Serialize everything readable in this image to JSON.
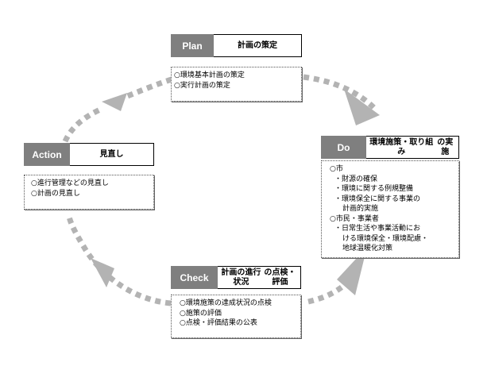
{
  "plan": {
    "tag": "Plan",
    "title": "計画の策定",
    "items": [
      "○環境基本計画の策定",
      "○実行計画の策定"
    ]
  },
  "do": {
    "tag": "Do",
    "title_lines": [
      "環境施策・取り組み",
      "の実施"
    ],
    "items": [
      "○市",
      "・財源の確保",
      "・環境に関する例規整備",
      "・環境保全に関する事業の",
      "計画的実施",
      "○市民・事業者",
      "・日常生活や事業活動にお",
      "ける環境保全・環境配慮・",
      "地球温暖化対策"
    ]
  },
  "check": {
    "tag": "Check",
    "title_lines": [
      "計画の進行状況",
      "の点検・評価"
    ],
    "items": [
      "○環境施策の達成状況の点検",
      "○施策の評価",
      "○点検・評価結果の公表"
    ]
  },
  "action": {
    "tag": "Action",
    "title": "見直し",
    "items": [
      "○進行管理などの見直し",
      "○計画の見直し"
    ]
  },
  "colors": {
    "tag_bg": "#7f7f7f",
    "arrow": "#b3b3b3"
  }
}
